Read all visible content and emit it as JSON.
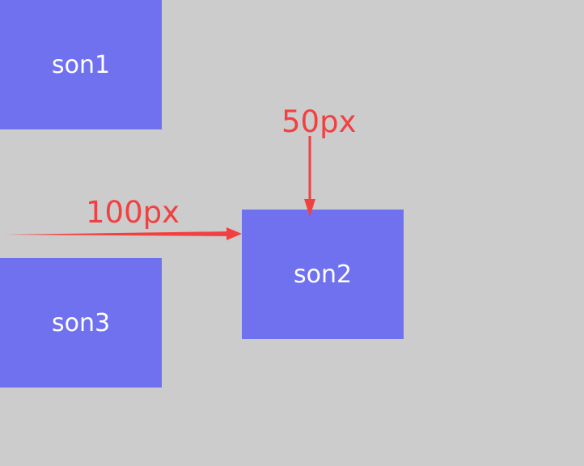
{
  "boxes": {
    "son1": "son1",
    "son2": "son2",
    "son3": "son3"
  },
  "annotations": {
    "top_offset": "50px",
    "left_offset": "100px"
  },
  "colors": {
    "background": "#cccccc",
    "box": "#7071ee",
    "box_text": "#ffffff",
    "annotation": "#f24040"
  }
}
